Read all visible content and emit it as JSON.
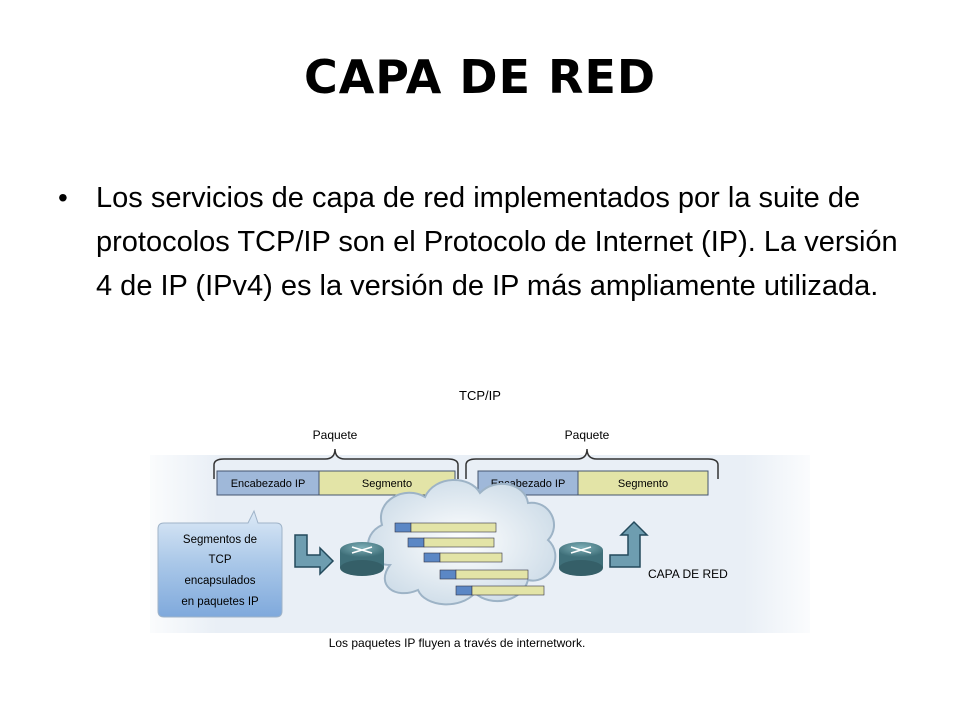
{
  "slide": {
    "title": "CAPA DE RED",
    "bullet": "Los servicios de capa de red implementados por la suite de protocolos TCP/IP son el Protocolo de Internet (IP). La versión 4 de IP (IPv4) es la versión de IP más ampliamente utilizada."
  },
  "diagram": {
    "header": "TCP/IP",
    "packet_label_left": "Paquete",
    "packet_label_right": "Paquete",
    "ip_header_left": "Encabezado IP",
    "segment_left": "Segmento",
    "ip_header_right": "Encabezado IP",
    "segment_right": "Segmento",
    "callout_lines": [
      "Segmentos de",
      "TCP",
      "encapsulados",
      "en paquetes IP"
    ],
    "layer_label": "CAPA DE RED",
    "caption": "Los paquetes IP fluyen a través de internetwork."
  }
}
